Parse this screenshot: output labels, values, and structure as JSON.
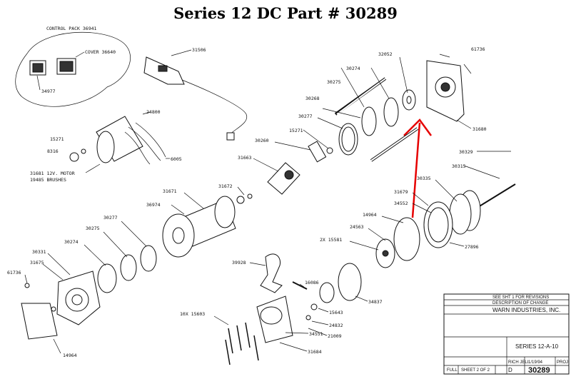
{
  "title": "Series 12 DC Part # 30289",
  "control_pack": {
    "label": "CONTROL PACK 36941",
    "cover": "COVER 36640",
    "part": "34977"
  },
  "labels": {
    "l31506": "31506",
    "l24800": "24800",
    "l6005": "6005",
    "l15271a": "15271",
    "l8316": "8316",
    "l31681": "31681 12V. MOTOR",
    "l19485": "19485 BRUSHES",
    "l32052": "32052",
    "l30274a": "30274",
    "l30275a": "30275",
    "l30268": "30268",
    "l30277a": "30277",
    "l15271b": "15271",
    "l30260": "30260",
    "l31663": "31663",
    "l61736a": "61736",
    "l31680": "31680",
    "l30329": "30329",
    "l30315": "30315",
    "l30335": "30335",
    "l31679": "31679",
    "l34552": "34552",
    "l14964a": "14964",
    "l24563": "24563",
    "l15581": "2X 15581",
    "l27896": "27896",
    "l31671": "31671",
    "l31672": "31672",
    "l36974": "36974",
    "l30277b": "30277",
    "l30275b": "30275",
    "l30274b": "30274",
    "l30331": "30331",
    "l31675": "31675",
    "l61736b": "61736",
    "l14964b": "14964",
    "l39928": "39928",
    "l16086": "16086",
    "l34837": "34837",
    "l15643": "15643",
    "l10x15603": "10X 15603",
    "l24832": "24832",
    "l21009": "21009",
    "l34551": "34551",
    "l31684": "31684"
  },
  "title_block": {
    "revisions": "SEE SHT 1 FOR REVISIONS",
    "description": "DESCRIPTION OF CHANGE",
    "company": "WARN INDUSTRIES, INC.",
    "drawing_title": "SERIES 12-A-10",
    "drawn_by": "RICH JELI",
    "date": "1/19/94",
    "size": "FULL",
    "sheet": "SHEET 2 OF 2",
    "scale": "D",
    "number": "30289",
    "proj": "PROJ"
  }
}
